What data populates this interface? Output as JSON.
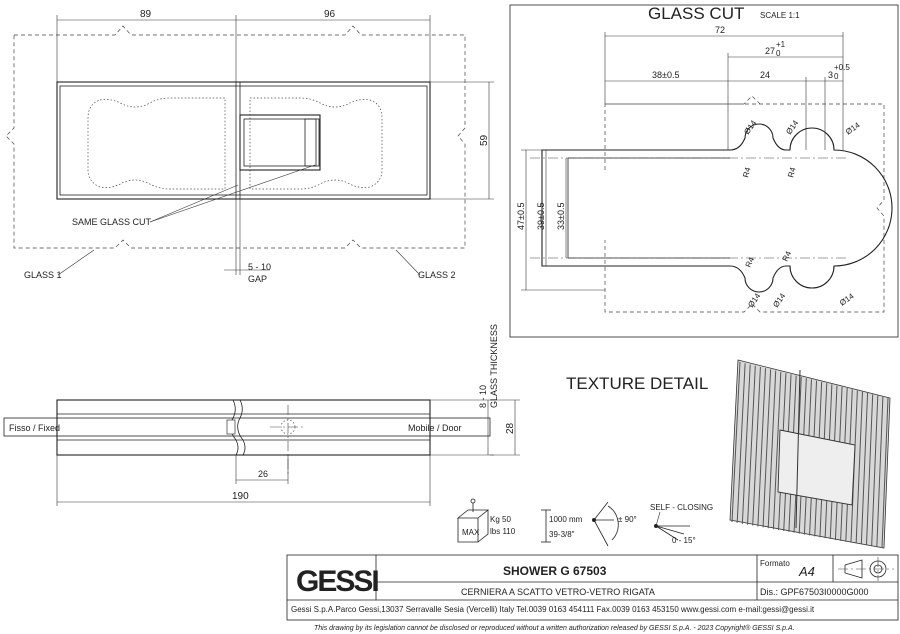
{
  "top_view": {
    "dim_left": "89",
    "dim_right": "96",
    "dim_height": "59",
    "same_glass_cut": "SAME GLASS CUT",
    "glass1": "GLASS 1",
    "glass2": "GLASS 2",
    "gap_value": "5 - 10",
    "gap_label": "GAP"
  },
  "glass_cut": {
    "title": "GLASS CUT",
    "scale": "SCALE 1:1",
    "dim_total": "72",
    "dim_27": "27",
    "dim_27_tol": "+1",
    "dim_27_tol2": "0",
    "dim_38": "38±0.5",
    "dim_24": "24",
    "dim_3": "3",
    "dim_3_tol": "+0.5",
    "dim_3_tol2": "0",
    "dim_47": "47±0.5",
    "dim_39": "39±0.5",
    "dim_33": "33±0.5",
    "phi14": "Ø14",
    "r4": "R4"
  },
  "texture": {
    "title": "TEXTURE DETAIL"
  },
  "side_view": {
    "glass_thickness_value": "8 - 10",
    "glass_thickness_label": "GLASS THICKNESS",
    "fisso": "Fisso / Fixed",
    "mobile": "Mobile / Door",
    "dim_28": "28",
    "dim_26": "26",
    "dim_190": "190"
  },
  "specs": {
    "weight_kg": "Kg 50",
    "weight_lbs": "lbs 110",
    "max": "MAX",
    "height_mm": "1000 mm",
    "height_in": "39-3/8\"",
    "angle": "± 90°",
    "self_closing": "SELF - CLOSING",
    "self_closing_range": "0 - 15°"
  },
  "title_block": {
    "logo": "GESSI",
    "product": "SHOWER G 67503",
    "description": "CERNIERA A SCATTO VETRO-VETRO RIGATA",
    "formato_label": "Formato",
    "formato_value": "A4",
    "drawing_no": "Dis.: GPF67503I0000G000",
    "address": "Gessi S.p.A.Parco Gessi,13037 Serravalle Sesia (Vercelli) Italy Tel.0039 0163 454111 Fax.0039 0163 453150 www.gessi.com e-mail:gessi@gessi.it",
    "legal": "This drawing by its legislation cannot be disclosed or reproduced without a written authorization released by GESSI S.p.A. - 2023 Copyright® GESSI S.p.A."
  }
}
